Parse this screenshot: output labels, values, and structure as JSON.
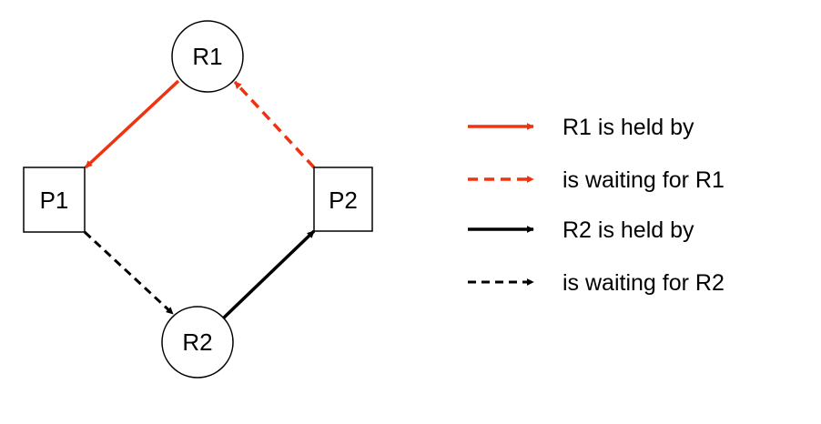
{
  "colors": {
    "held_by_r1": "#ee3311",
    "held_by_r2": "#000000",
    "node_stroke": "#000000",
    "node_fill": "#ffffff"
  },
  "nodes": {
    "r1": {
      "label": "R1",
      "kind": "resource"
    },
    "r2": {
      "label": "R2",
      "kind": "resource"
    },
    "p1": {
      "label": "P1",
      "kind": "process"
    },
    "p2": {
      "label": "P2",
      "kind": "process"
    }
  },
  "edges": [
    {
      "from": "R1",
      "to": "P1",
      "style": "solid",
      "color": "#ee3311"
    },
    {
      "from": "P2",
      "to": "R1",
      "style": "dashed",
      "color": "#ee3311"
    },
    {
      "from": "P1",
      "to": "R2",
      "style": "dashed",
      "color": "#000000"
    },
    {
      "from": "R2",
      "to": "P2",
      "style": "solid",
      "color": "#000000"
    }
  ],
  "legend": {
    "items": [
      {
        "label": "R1 is held by",
        "style": "solid",
        "color": "#ee3311"
      },
      {
        "label": "is waiting for R1",
        "style": "dashed",
        "color": "#ee3311"
      },
      {
        "label": "R2 is held by",
        "style": "solid",
        "color": "#000000"
      },
      {
        "label": "is waiting for R2",
        "style": "dashed",
        "color": "#000000"
      }
    ]
  }
}
